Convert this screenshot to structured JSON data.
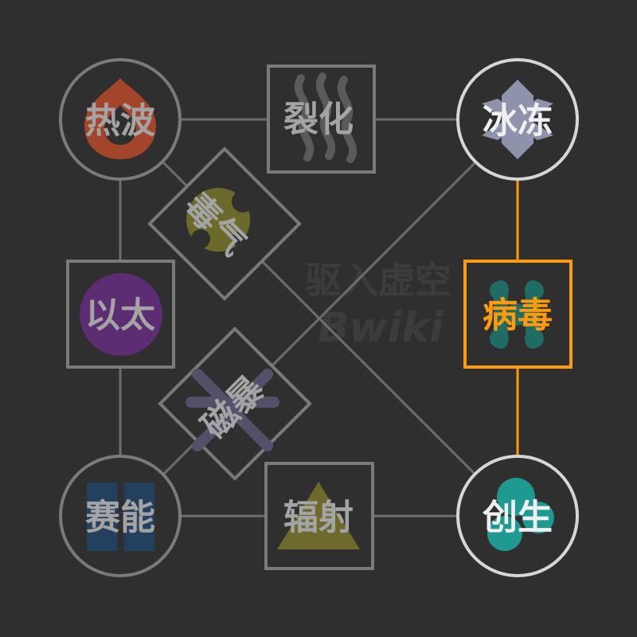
{
  "watermark": {
    "line1": "驱入虚空",
    "line2": "Bwiki"
  },
  "colors": {
    "background": "#2f2f2f",
    "line": "#6e6e6e",
    "node_dim": "#7a7a7a",
    "node_bright": "#d6d6d6",
    "accent": "#ff9a0e"
  },
  "nodes": [
    {
      "id": "heatwave",
      "label": "热波",
      "icon": "flame-icon",
      "icon_color": "#a3452a",
      "state": "dim"
    },
    {
      "id": "fission",
      "label": "裂化",
      "icon": "smoke-wisps-icon",
      "icon_color": "#5a5a5a",
      "state": "dim"
    },
    {
      "id": "freeze",
      "label": "冰冻",
      "icon": "snowflake-icon",
      "icon_color": "#8e93ab",
      "state": "bright"
    },
    {
      "id": "toxin",
      "label": "毒气",
      "icon": "toxin-cloud-icon",
      "icon_color": "#6c6a2a",
      "state": "dim"
    },
    {
      "id": "ether",
      "label": "以太",
      "icon": "ether-orb-icon",
      "icon_color": "#5c2d73",
      "state": "dim"
    },
    {
      "id": "virus",
      "label": "病毒",
      "icon": "virus-icon",
      "icon_color": "#1f6c64",
      "state": "active"
    },
    {
      "id": "magnetic",
      "label": "磁暴",
      "icon": "magnet-storm-icon",
      "icon_color": "#54506a",
      "state": "dim"
    },
    {
      "id": "tech",
      "label": "赛能",
      "icon": "tech-bars-icon",
      "icon_color": "#23415f",
      "state": "dim"
    },
    {
      "id": "radiation",
      "label": "辐射",
      "icon": "radiation-triangle-icon",
      "icon_color": "#6d6a2c",
      "state": "dim"
    },
    {
      "id": "genesis",
      "label": "创生",
      "icon": "genesis-cells-icon",
      "icon_color": "#1e9a93",
      "state": "bright"
    }
  ]
}
